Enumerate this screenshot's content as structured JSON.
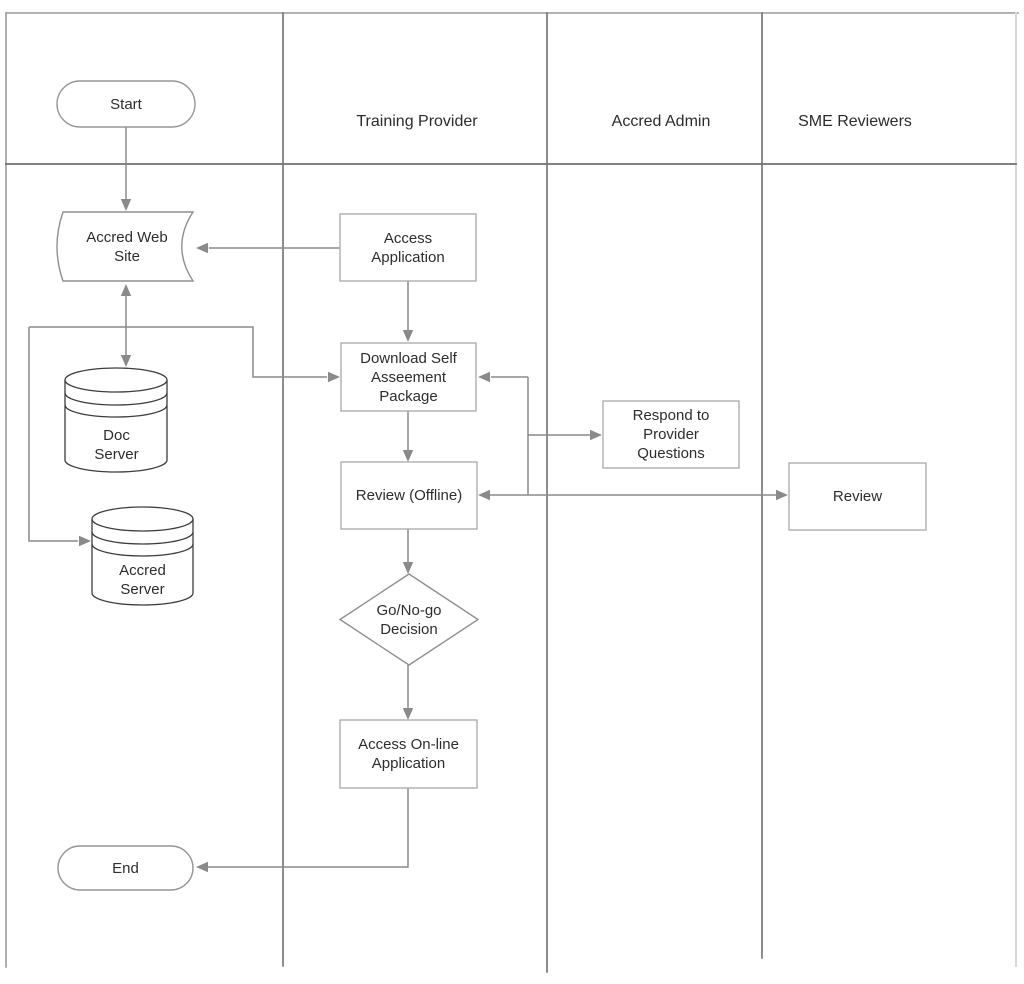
{
  "lanes": {
    "training_provider": "Training Provider",
    "accred_admin": "Accred Admin",
    "sme_reviewers": "SME Reviewers"
  },
  "nodes": {
    "start": "Start",
    "accred_web_site": "Accred Web\nSite",
    "access_application": "Access\nApplication",
    "download_package": "Download Self\nAsseement\nPackage",
    "doc_server": "Doc\nServer",
    "accred_server": "Accred\nServer",
    "respond_to_questions": "Respond to\nProvider\nQuestions",
    "review_offline": "Review (Offline)",
    "review_sme": "Review",
    "go_nogo_decision": "Go/No-go\nDecision",
    "access_online_application": "Access On-line\nApplication",
    "end": "End"
  },
  "colors": {
    "connector": "#8a8a8a",
    "lane_line": "#6f6f6f",
    "frame_line": "#9a9a9a",
    "right_border": "#d9d9d9",
    "box_border": "#a8a8a8",
    "terminator_border": "#969696",
    "cylinder_border": "#3d3d3d",
    "text": "#2d2d2d",
    "background": "#ffffff"
  }
}
